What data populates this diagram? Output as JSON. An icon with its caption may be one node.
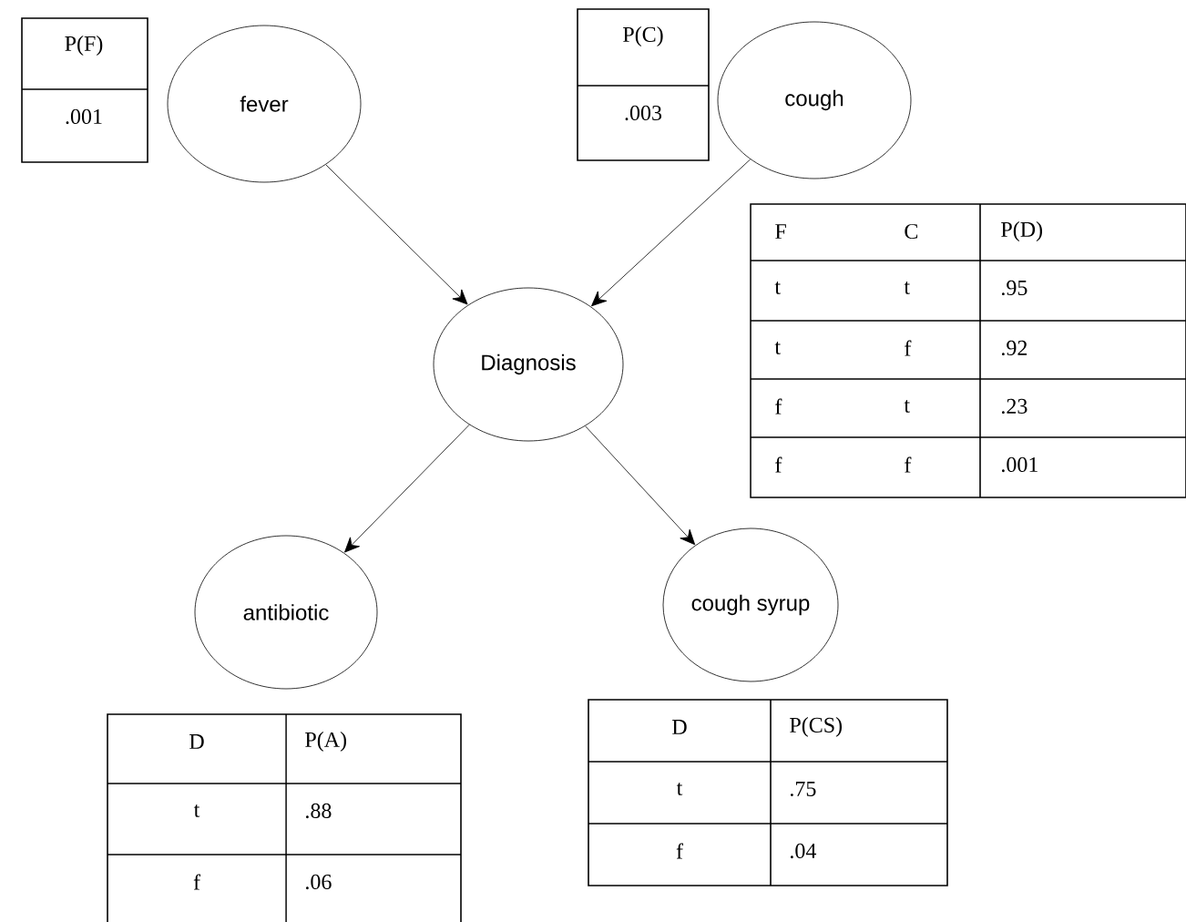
{
  "diagram": {
    "nodes": [
      {
        "text": [
          "fever"
        ]
      },
      {
        "text": [
          "cough"
        ]
      },
      {
        "text": [
          "Diagnosis"
        ]
      },
      {
        "text": [
          "antibiotic"
        ]
      },
      {
        "text": [
          "cough syrup"
        ]
      }
    ],
    "edges": [
      {
        "from": 0,
        "to": 2,
        "arrow": "to"
      },
      {
        "from": 1,
        "to": 2,
        "arrow": "to"
      },
      {
        "from": 2,
        "to": 3,
        "arrow": "to"
      },
      {
        "from": 2,
        "to": 4,
        "arrow": "to"
      }
    ],
    "labels": [
      "P(F)",
      ".001",
      "P(C)",
      ".003",
      "F",
      "C",
      "P(D)",
      "t",
      "t",
      ".95",
      "t",
      "f",
      ".92",
      "f",
      "t",
      ".23",
      "f",
      "f",
      ".001",
      "D",
      "P(A)",
      "t",
      ".88",
      "f",
      ".06",
      "D",
      "P(CS)",
      "t",
      ".75",
      "f",
      ".04"
    ]
  }
}
